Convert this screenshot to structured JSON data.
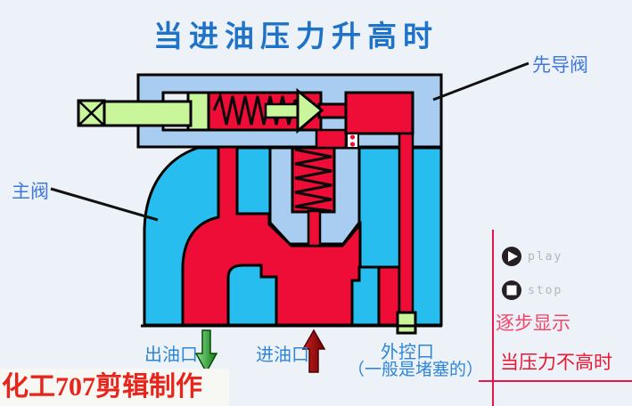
{
  "title": "当进油压力升高时",
  "labels": {
    "pilot_valve": "先导阀",
    "main_valve": "主阀"
  },
  "ports": {
    "outlet": {
      "label": "出油口"
    },
    "inlet": {
      "label": "进油口"
    },
    "external": {
      "label": "外控口",
      "note": "（一般是堵塞的）"
    }
  },
  "controls": {
    "play_label": "play",
    "stop_label": "stop"
  },
  "captions": {
    "step_display": "逐步显示",
    "low_pressure": "当压力不高时"
  },
  "watermark": "化工707剪辑制作",
  "icons": {
    "play": "play-icon",
    "stop": "stop-icon",
    "outlet_arrow": "arrow-down-icon",
    "inlet_arrow": "arrow-up-icon"
  },
  "colors": {
    "background": "#edf2f9",
    "valve_body_blue": "#a9cdf1",
    "high_pressure_oil_red": "#ee0d36",
    "low_pressure_oil_cyan": "#27bdee",
    "adjuster_green": "#c9f59b",
    "outline_black": "#000000",
    "title_blue": "#1e72c8",
    "label_blue": "#3f78d8",
    "caption_pink": "#f0486a",
    "caption_red": "#ea1732",
    "annotation_line_red": "#e8164a",
    "watermark_red": "#e8251c",
    "outlet_arrow_green": "#169a26",
    "inlet_arrow_dark_red": "#a30d0d"
  }
}
